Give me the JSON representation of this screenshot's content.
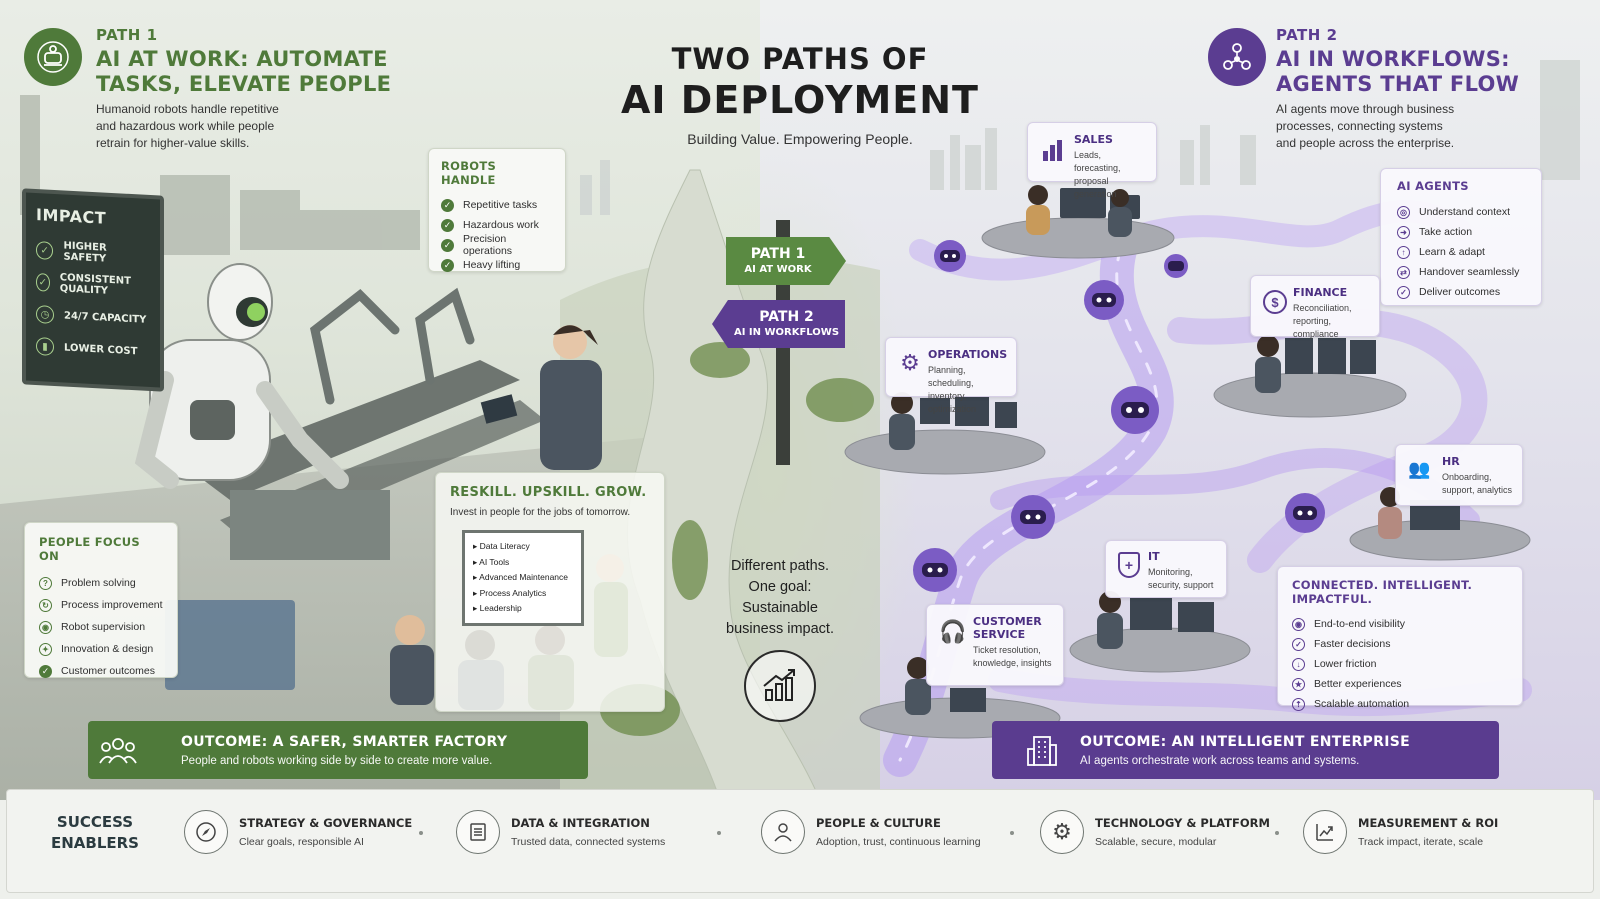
{
  "title": {
    "line1": "TWO PATHS OF",
    "line2": "AI DEPLOYMENT",
    "subtitle": "Building Value. Empowering People."
  },
  "path1": {
    "kicker": "PATH 1",
    "title_line1": "AI AT WORK: AUTOMATE",
    "title_line2": "TASKS, ELEVATE PEOPLE",
    "description_lines": [
      "Humanoid robots handle repetitive",
      "and hazardous work while people",
      "retrain for higher-value skills."
    ],
    "impact": {
      "title": "IMPACT",
      "items": [
        "HIGHER SAFETY",
        "CONSISTENT QUALITY",
        "24/7 CAPACITY",
        "LOWER COST"
      ]
    },
    "robots_handle": {
      "title": "ROBOTS HANDLE",
      "items": [
        "Repetitive tasks",
        "Hazardous work",
        "Precision operations",
        "Heavy lifting"
      ]
    },
    "people_focus": {
      "title": "PEOPLE FOCUS ON",
      "items": [
        "Problem solving",
        "Process improvement",
        "Robot supervision",
        "Innovation & design",
        "Customer outcomes"
      ]
    },
    "reskill": {
      "title": "RESKILL. UPSKILL. GROW.",
      "subtitle": "Invest in people for the jobs of tomorrow.",
      "board_items": [
        "Data Literacy",
        "AI Tools",
        "Advanced Maintenance",
        "Process Analytics",
        "Leadership"
      ]
    },
    "outcome": {
      "title": "OUTCOME:  A SAFER, SMARTER FACTORY",
      "subtitle": "People and robots working side by side to create more value."
    }
  },
  "signpost": {
    "sign1": {
      "line1": "PATH 1",
      "line2": "AI AT WORK"
    },
    "sign2": {
      "line1": "PATH 2",
      "line2": "AI IN WORKFLOWS"
    }
  },
  "tagline": [
    "Different paths.",
    "One goal:",
    "Sustainable",
    "business impact."
  ],
  "path2": {
    "kicker": "PATH 2",
    "title_line1": "AI IN WORKFLOWS:",
    "title_line2": "AGENTS THAT FLOW",
    "description_lines": [
      "AI agents move through business",
      "processes, connecting systems",
      "and people across the enterprise."
    ],
    "ai_agents": {
      "title": "AI AGENTS",
      "items": [
        "Understand context",
        "Take action",
        "Learn & adapt",
        "Handover seamlessly",
        "Deliver outcomes"
      ]
    },
    "departments": {
      "sales": {
        "title": "SALES",
        "sub": [
          "Leads, forecasting,",
          "proposal generation"
        ]
      },
      "finance": {
        "title": "FINANCE",
        "sub": [
          "Reconciliation,",
          "reporting, compliance"
        ]
      },
      "operations": {
        "title": "OPERATIONS",
        "sub": [
          "Planning, scheduling,",
          "inventory, optimization"
        ]
      },
      "hr": {
        "title": "HR",
        "sub": [
          "Onboarding,",
          "support, analytics"
        ]
      },
      "it": {
        "title": "IT",
        "sub": [
          "Monitoring,",
          "security, support"
        ]
      },
      "customer_service": {
        "title_line1": "CUSTOMER",
        "title_line2": "SERVICE",
        "sub": [
          "Ticket resolution,",
          "knowledge, insights"
        ]
      }
    },
    "connected": {
      "title": "CONNECTED. INTELLIGENT. IMPACTFUL.",
      "items": [
        "End-to-end visibility",
        "Faster decisions",
        "Lower friction",
        "Better experiences",
        "Scalable automation"
      ]
    },
    "outcome": {
      "title": "OUTCOME: AN INTELLIGENT ENTERPRISE",
      "subtitle": "AI agents orchestrate work across teams and systems."
    }
  },
  "footer": {
    "title_line1": "SUCCESS",
    "title_line2": "ENABLERS",
    "items": [
      {
        "title": "STRATEGY & GOVERNANCE",
        "sub": "Clear goals, responsible AI",
        "icon": "compass-icon"
      },
      {
        "title": "DATA & INTEGRATION",
        "sub": "Trusted data, connected systems",
        "icon": "database-icon"
      },
      {
        "title": "PEOPLE & CULTURE",
        "sub": "Adoption, trust, continuous learning",
        "icon": "person-icon"
      },
      {
        "title": "TECHNOLOGY & PLATFORM",
        "sub": "Scalable, secure, modular",
        "icon": "gear-icon"
      },
      {
        "title": "MEASUREMENT & ROI",
        "sub": "Track impact, iterate, scale",
        "icon": "growth-chart-icon"
      }
    ]
  },
  "colors": {
    "green": "#4f7a3a",
    "purple": "#5b3d91",
    "flow_glow": "#b79cf0"
  }
}
